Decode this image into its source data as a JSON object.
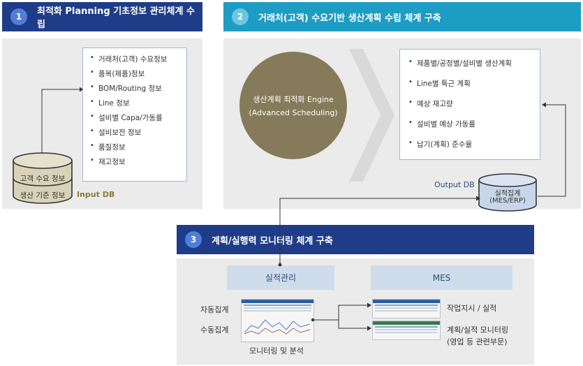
{
  "colors": {
    "navy": "#1f3c88",
    "teal": "#1d9cc4",
    "panel": "#ebebeb",
    "engine": "#857a5a",
    "db_fill": "#d8d2b8",
    "out_db_fill": "#c8d6ea",
    "input_db_label": "#8a7a3a",
    "output_db_label": "#2f4b7a"
  },
  "section1": {
    "num": "1",
    "title": "최적화 Planning 기초정보 관리체계 수립",
    "items": [
      "거래처(고객) 수요정보",
      "품목(제품)정보",
      "BOM/Routing 정보",
      "Line 정보",
      "설비별 Capa/가동률",
      "설비보전 정보",
      "품질정보",
      "재고정보"
    ],
    "db_line1": "고객 수요 정보",
    "db_line2": "생산 기준 정보",
    "db_label": "Input DB"
  },
  "section2": {
    "num": "2",
    "title": "거래처(고객) 수요기반 생산계획 수립 체계 구축",
    "engine_line1": "생산계획 최적화 Engine",
    "engine_line2": "(Advanced Scheduling)",
    "items": [
      "제품별/공정별/설비별 생산계획",
      "Line별 특근 계획",
      "예상 재고량",
      "설비별 예상 가동률",
      "납기(계획) 준수율"
    ],
    "db_label": "Output DB",
    "db_line1": "실적집계",
    "db_line2": "(MES/ERP)"
  },
  "section3": {
    "num": "3",
    "title": "계획/실행력 모니터링 체계 구축",
    "left_button": "실적관리",
    "right_button": "MES",
    "auto": "자동집계",
    "manual": "수동집계",
    "monitor_caption": "모니터링 및 분석",
    "work_order": "작업지시 / 실적",
    "plan_monitor_1": "계획/실적 모니터링",
    "plan_monitor_2": "(영업 등 관련부문)"
  }
}
